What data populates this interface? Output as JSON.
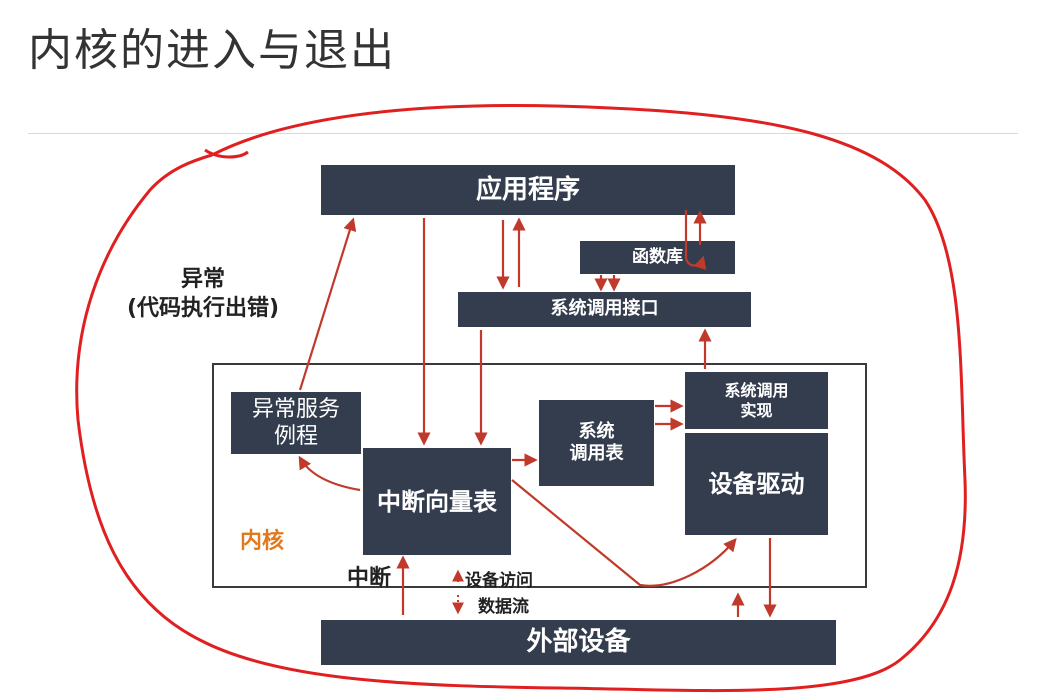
{
  "page": {
    "title": "内核的进入与退出"
  },
  "diagram": {
    "boxes": {
      "application": "应用程序",
      "function_library": "函数库",
      "syscall_interface": "系统调用接口",
      "exception_service": "异常服务\n例程",
      "interrupt_vector_table": "中断向量表",
      "syscall_table": "系统\n调用表",
      "syscall_impl": "系统调用\n实现",
      "device_driver": "设备驱动",
      "external_device": "外部设备"
    },
    "labels": {
      "exception": "异常\n(代码执行出错)",
      "kernel": "内核",
      "interrupt": "中断",
      "device_access": "设备访问",
      "data_flow": "数据流"
    },
    "colors": {
      "box_fill": "#343d4e",
      "arrow": "#c0392b",
      "annotation": "#e02020",
      "kernel_label": "#e07a1f"
    }
  }
}
